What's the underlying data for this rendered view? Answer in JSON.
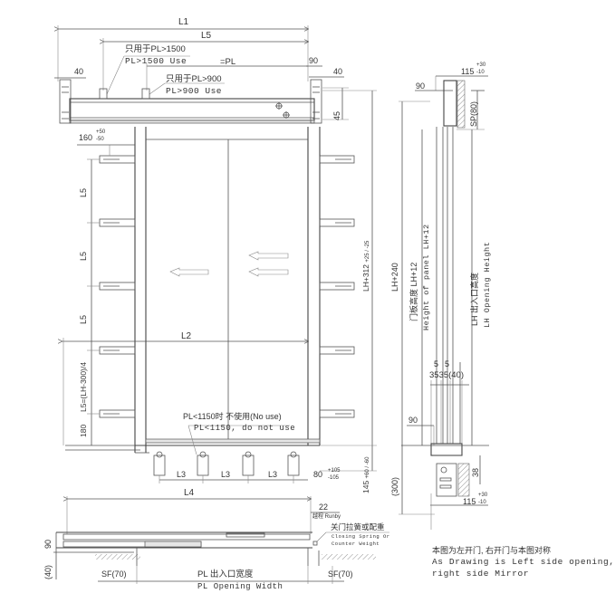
{
  "front_view": {
    "dim_L1": "L1",
    "dim_L5_top": "L5",
    "note_pl1500_cn": "只用于PL>1500",
    "note_pl1500_en": "PL>1500 Use",
    "dim_eq_pl": "=PL",
    "note_pl900_cn": "只用于PL>900",
    "note_pl900_en": "PL>900 Use",
    "dim_40_left": "40",
    "dim_90": "90",
    "dim_40_right": "40",
    "dim_45": "45",
    "dim_160": "160",
    "dim_160_tol_plus": "+50",
    "dim_160_tol_minus": "-50",
    "dim_L5_left": [
      "L5",
      "L5",
      "L5"
    ],
    "dim_L5_formula": "L5=(LH-300)/4",
    "dim_180": "180",
    "dim_L2": "L2",
    "dim_LH312": "LH+312",
    "dim_LH312_tol": "+25 / -25",
    "note_pl1150_cn": "PL<1150时 不使用(No use)",
    "note_pl1150_en": "PL<1150, do not use",
    "dim_L3": [
      "L3",
      "L3",
      "L3"
    ],
    "dim_80": "80",
    "dim_80_tol_plus": "+105",
    "dim_80_tol_minus": "-105",
    "dim_145": "145",
    "dim_145_tol": "+60 / -60",
    "arrow_icons": [
      "arrow-left",
      "arrow-left",
      "arrow-left"
    ]
  },
  "side_view": {
    "dim_115_top": "115",
    "dim_115_tol_plus": "+30",
    "dim_115_tol_minus": "-10",
    "dim_90_top": "90",
    "dim_SP": "SP(80)",
    "dim_LH240": "LH+240",
    "panel_height_cn": "门板高度 LH+12",
    "panel_height_en": "Height of panel LH+12",
    "opening_height_cn": "LH 出入口高度",
    "opening_height_en": "LH Opening Height",
    "dim_5a": "5",
    "dim_5b": "5",
    "dim_35_row": "3535(40)",
    "dim_90_bottom": "90",
    "dim_300": "(300)",
    "dim_38": "38",
    "dim_115_bottom": "115",
    "dim_115b_tol_plus": "+30",
    "dim_115b_tol_minus": "-10"
  },
  "plan_view": {
    "dim_L4": "L4",
    "dim_22": "22",
    "runby_label": "越程 Runby",
    "closing_cn": "关门拉簧或配重",
    "closing_en_1": "Closing Spring Or",
    "closing_en_2": "Counter Weight",
    "dim_90": "90",
    "dim_40": "(40)",
    "dim_SF_left": "SF(70)",
    "dim_PL_cn": "PL 出入口宽度",
    "dim_SF_right": "SF(70)",
    "dim_PL_en": "PL Opening Width"
  },
  "footnote": {
    "cn": "本图为左开门, 右开门与本图对称",
    "en_1": "As Drawing is Left side opening,",
    "en_2": "right side Mirror"
  }
}
